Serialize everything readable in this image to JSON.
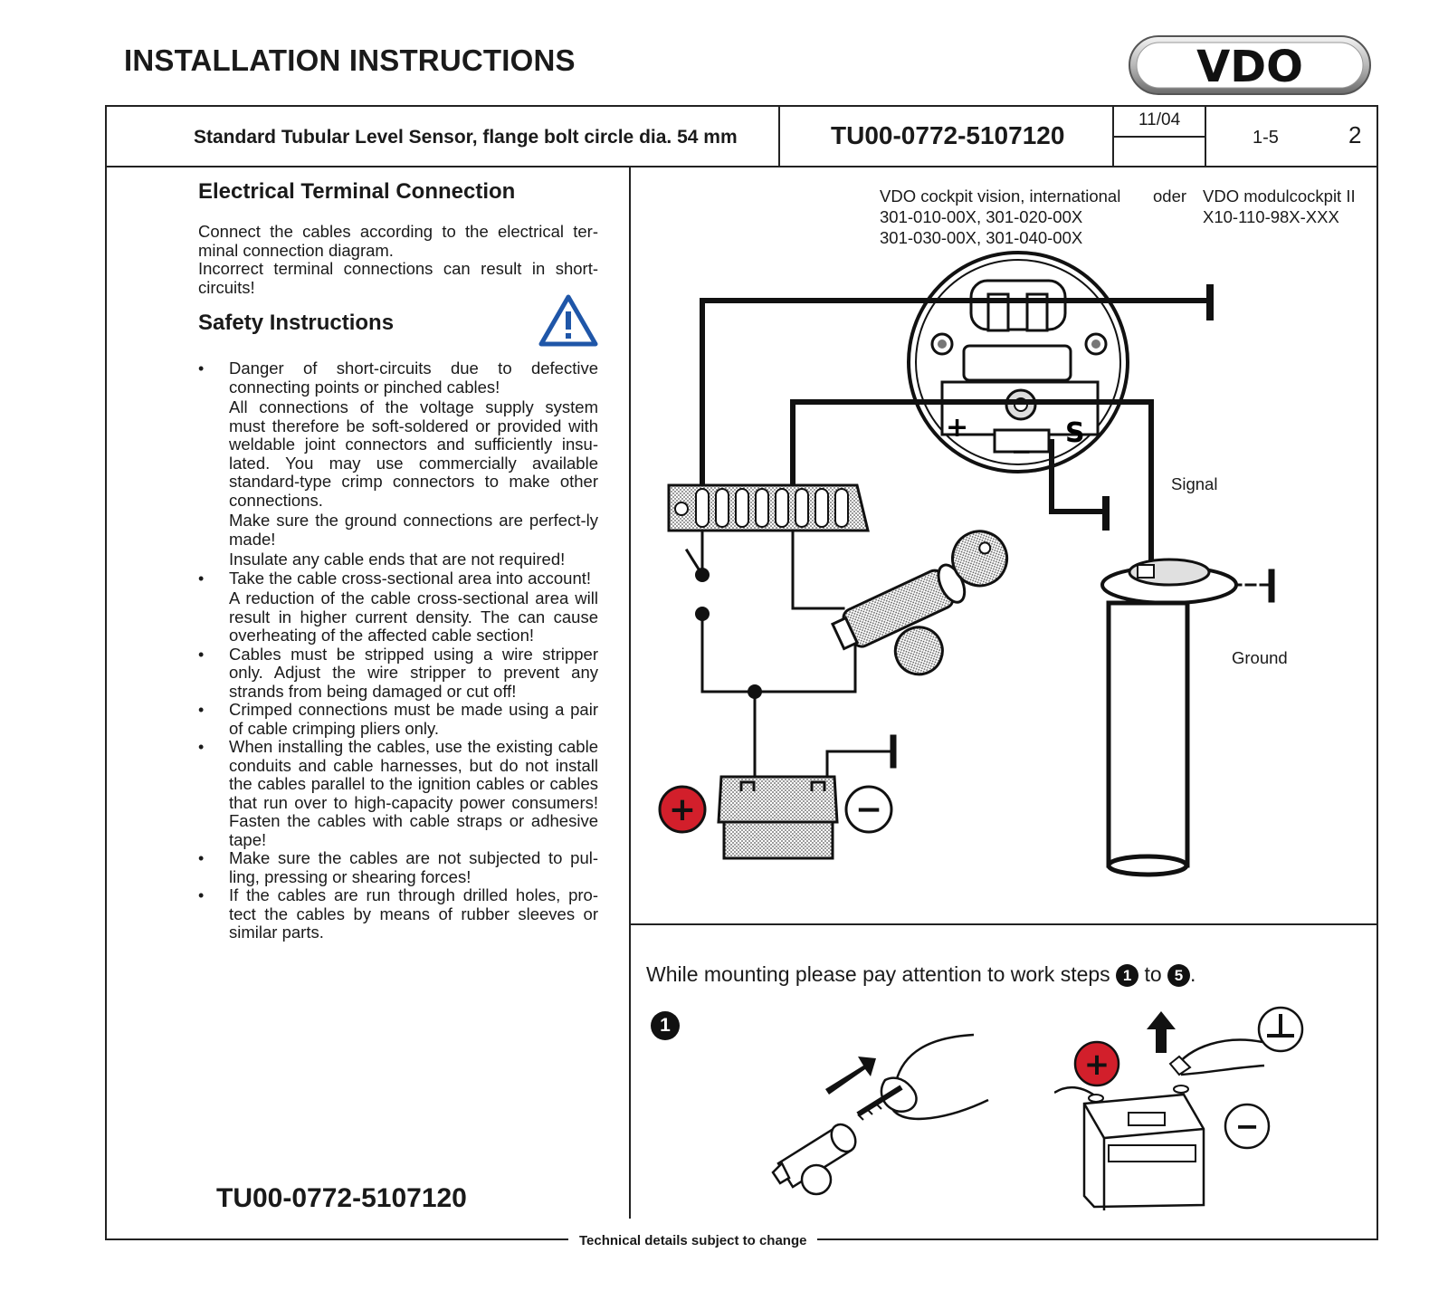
{
  "page": {
    "title": "INSTALLATION INSTRUCTIONS",
    "logo_text": "VDO"
  },
  "header": {
    "product": "Standard Tubular Level Sensor, flange bolt circle dia. 54 mm",
    "doc_number": "TU00-0772-5107120",
    "date": "11/04",
    "pages": "1-5",
    "page_number": "2"
  },
  "left": {
    "electrical_heading": "Electrical Terminal Connection",
    "electrical_text": [
      "Connect the cables according to the electrical ter-minal connection diagram.",
      "Incorrect terminal connections can result in short-circuits!"
    ],
    "safety_heading": "Safety Instructions",
    "warning_icon": "warning-triangle-icon",
    "bullets": [
      {
        "text": "Danger of short-circuits due to defective connecting points or pinched cables!",
        "extra": [
          "All connections of the voltage supply system must therefore be soft-soldered or provided with weldable joint connectors and sufficiently insu-lated. You may use commercially available standard-type crimp connectors to make other connections.",
          "Make sure the ground connections are perfect-ly made!",
          "Insulate any cable ends that are not required!"
        ]
      },
      {
        "text": "Take the cable cross-sectional area into account!",
        "extra": [
          "A reduction of the cable cross-sectional area will result in higher current density. The can cause overheating of the affected cable section!"
        ]
      },
      {
        "text": "Cables must be stripped using a wire stripper only. Adjust the wire stripper to prevent any strands from being damaged or cut off!",
        "extra": []
      },
      {
        "text": "Crimped connections must be made using a pair of cable crimping pliers only.",
        "extra": []
      },
      {
        "text": "When installing the cables, use the existing cable conduits and cable harnesses, but do not install the cables parallel to the ignition cables or cables that run over to high-capacity power consumers! Fasten the cables with cable straps or adhesive tape!",
        "extra": []
      },
      {
        "text": "Make sure the cables are not subjected to pul-ling, pressing or shearing forces!",
        "extra": []
      },
      {
        "text": "If the cables are run through drilled holes, pro-tect the cables by means of rubber sleeves or similar parts.",
        "extra": []
      }
    ],
    "bullet_char": "•",
    "footer_doc_number": "TU00-0772-5107120"
  },
  "diagram": {
    "product_line_1": "VDO cockpit vision, international",
    "product_codes_1a": "301-010-00X, 301-020-00X",
    "product_codes_1b": "301-030-00X, 301-040-00X",
    "or_word": "oder",
    "product_line_2": "VDO modulcockpit II",
    "product_codes_2": "X10-110-98X-XXX",
    "label_signal": "Signal",
    "label_ground": "Ground",
    "terminal_plus": "+",
    "terminal_minus": "−",
    "terminal_s": "S",
    "battery_plus": "+",
    "battery_minus": "−"
  },
  "mounting": {
    "text_before": "While mounting please pay attention to work steps",
    "step_first": "1",
    "word_to": "to",
    "step_last": "5",
    "period": ".",
    "step1_badge": "1",
    "ground_symbol": "ground-symbol-icon",
    "plus_symbol": "+",
    "minus_symbol": "−"
  },
  "footer": {
    "note": "Technical details subject to change"
  }
}
